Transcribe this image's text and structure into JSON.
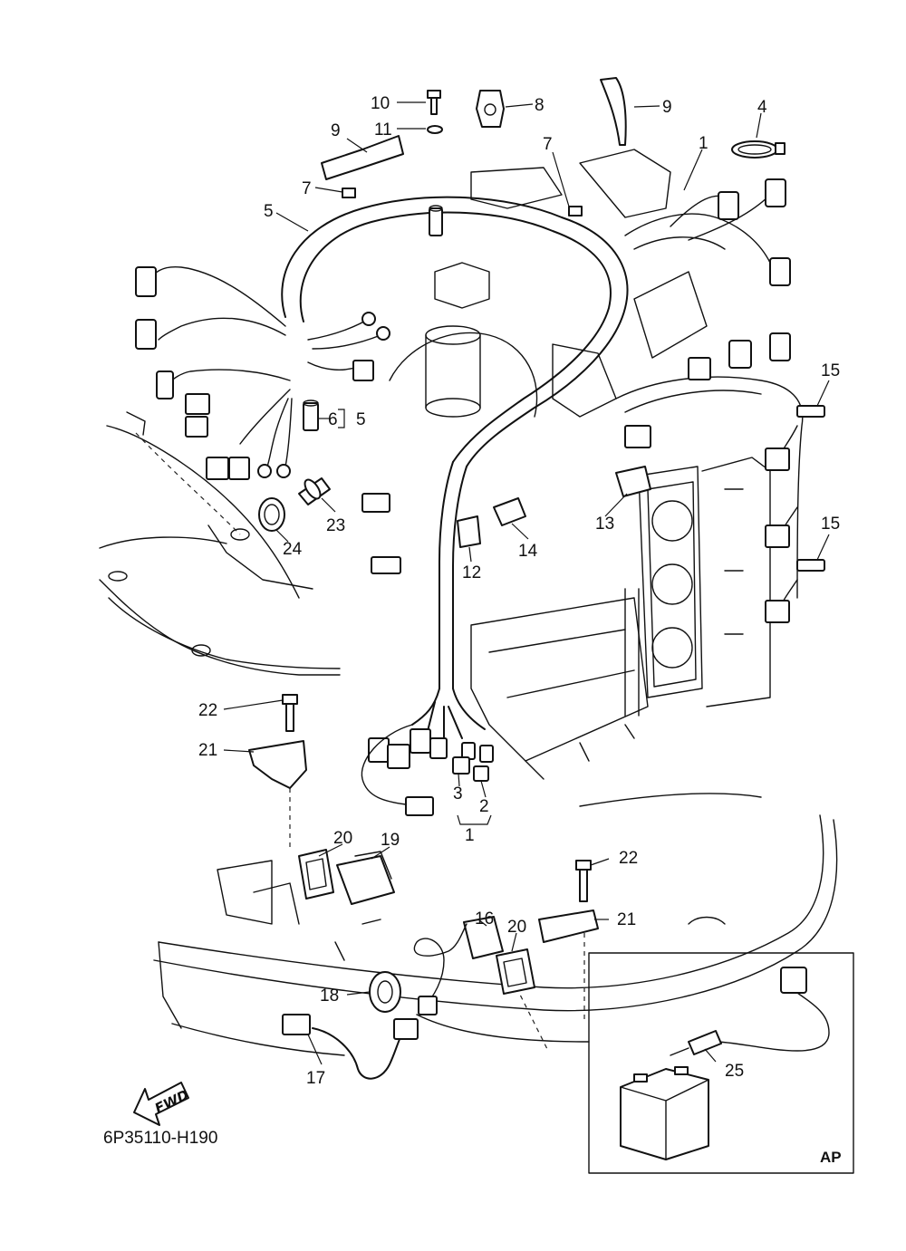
{
  "diagram": {
    "drawing_code": "6P35110-H190",
    "inset_label": "AP",
    "direction_marker": "FWD",
    "callouts": {
      "c1a": "1",
      "c1b": "1",
      "c2": "2",
      "c3": "3",
      "c4": "4",
      "c5a": "5",
      "c5b": "5",
      "c6": "6",
      "c7a": "7",
      "c7b": "7",
      "c8": "8",
      "c9a": "9",
      "c9b": "9",
      "c10": "10",
      "c11": "11",
      "c12": "12",
      "c13": "13",
      "c14": "14",
      "c15a": "15",
      "c15b": "15",
      "c16": "16",
      "c17": "17",
      "c18": "18",
      "c19": "19",
      "c20a": "20",
      "c20b": "20",
      "c21a": "21",
      "c21b": "21",
      "c22a": "22",
      "c22b": "22",
      "c23": "23",
      "c24": "24",
      "c25": "25"
    }
  }
}
